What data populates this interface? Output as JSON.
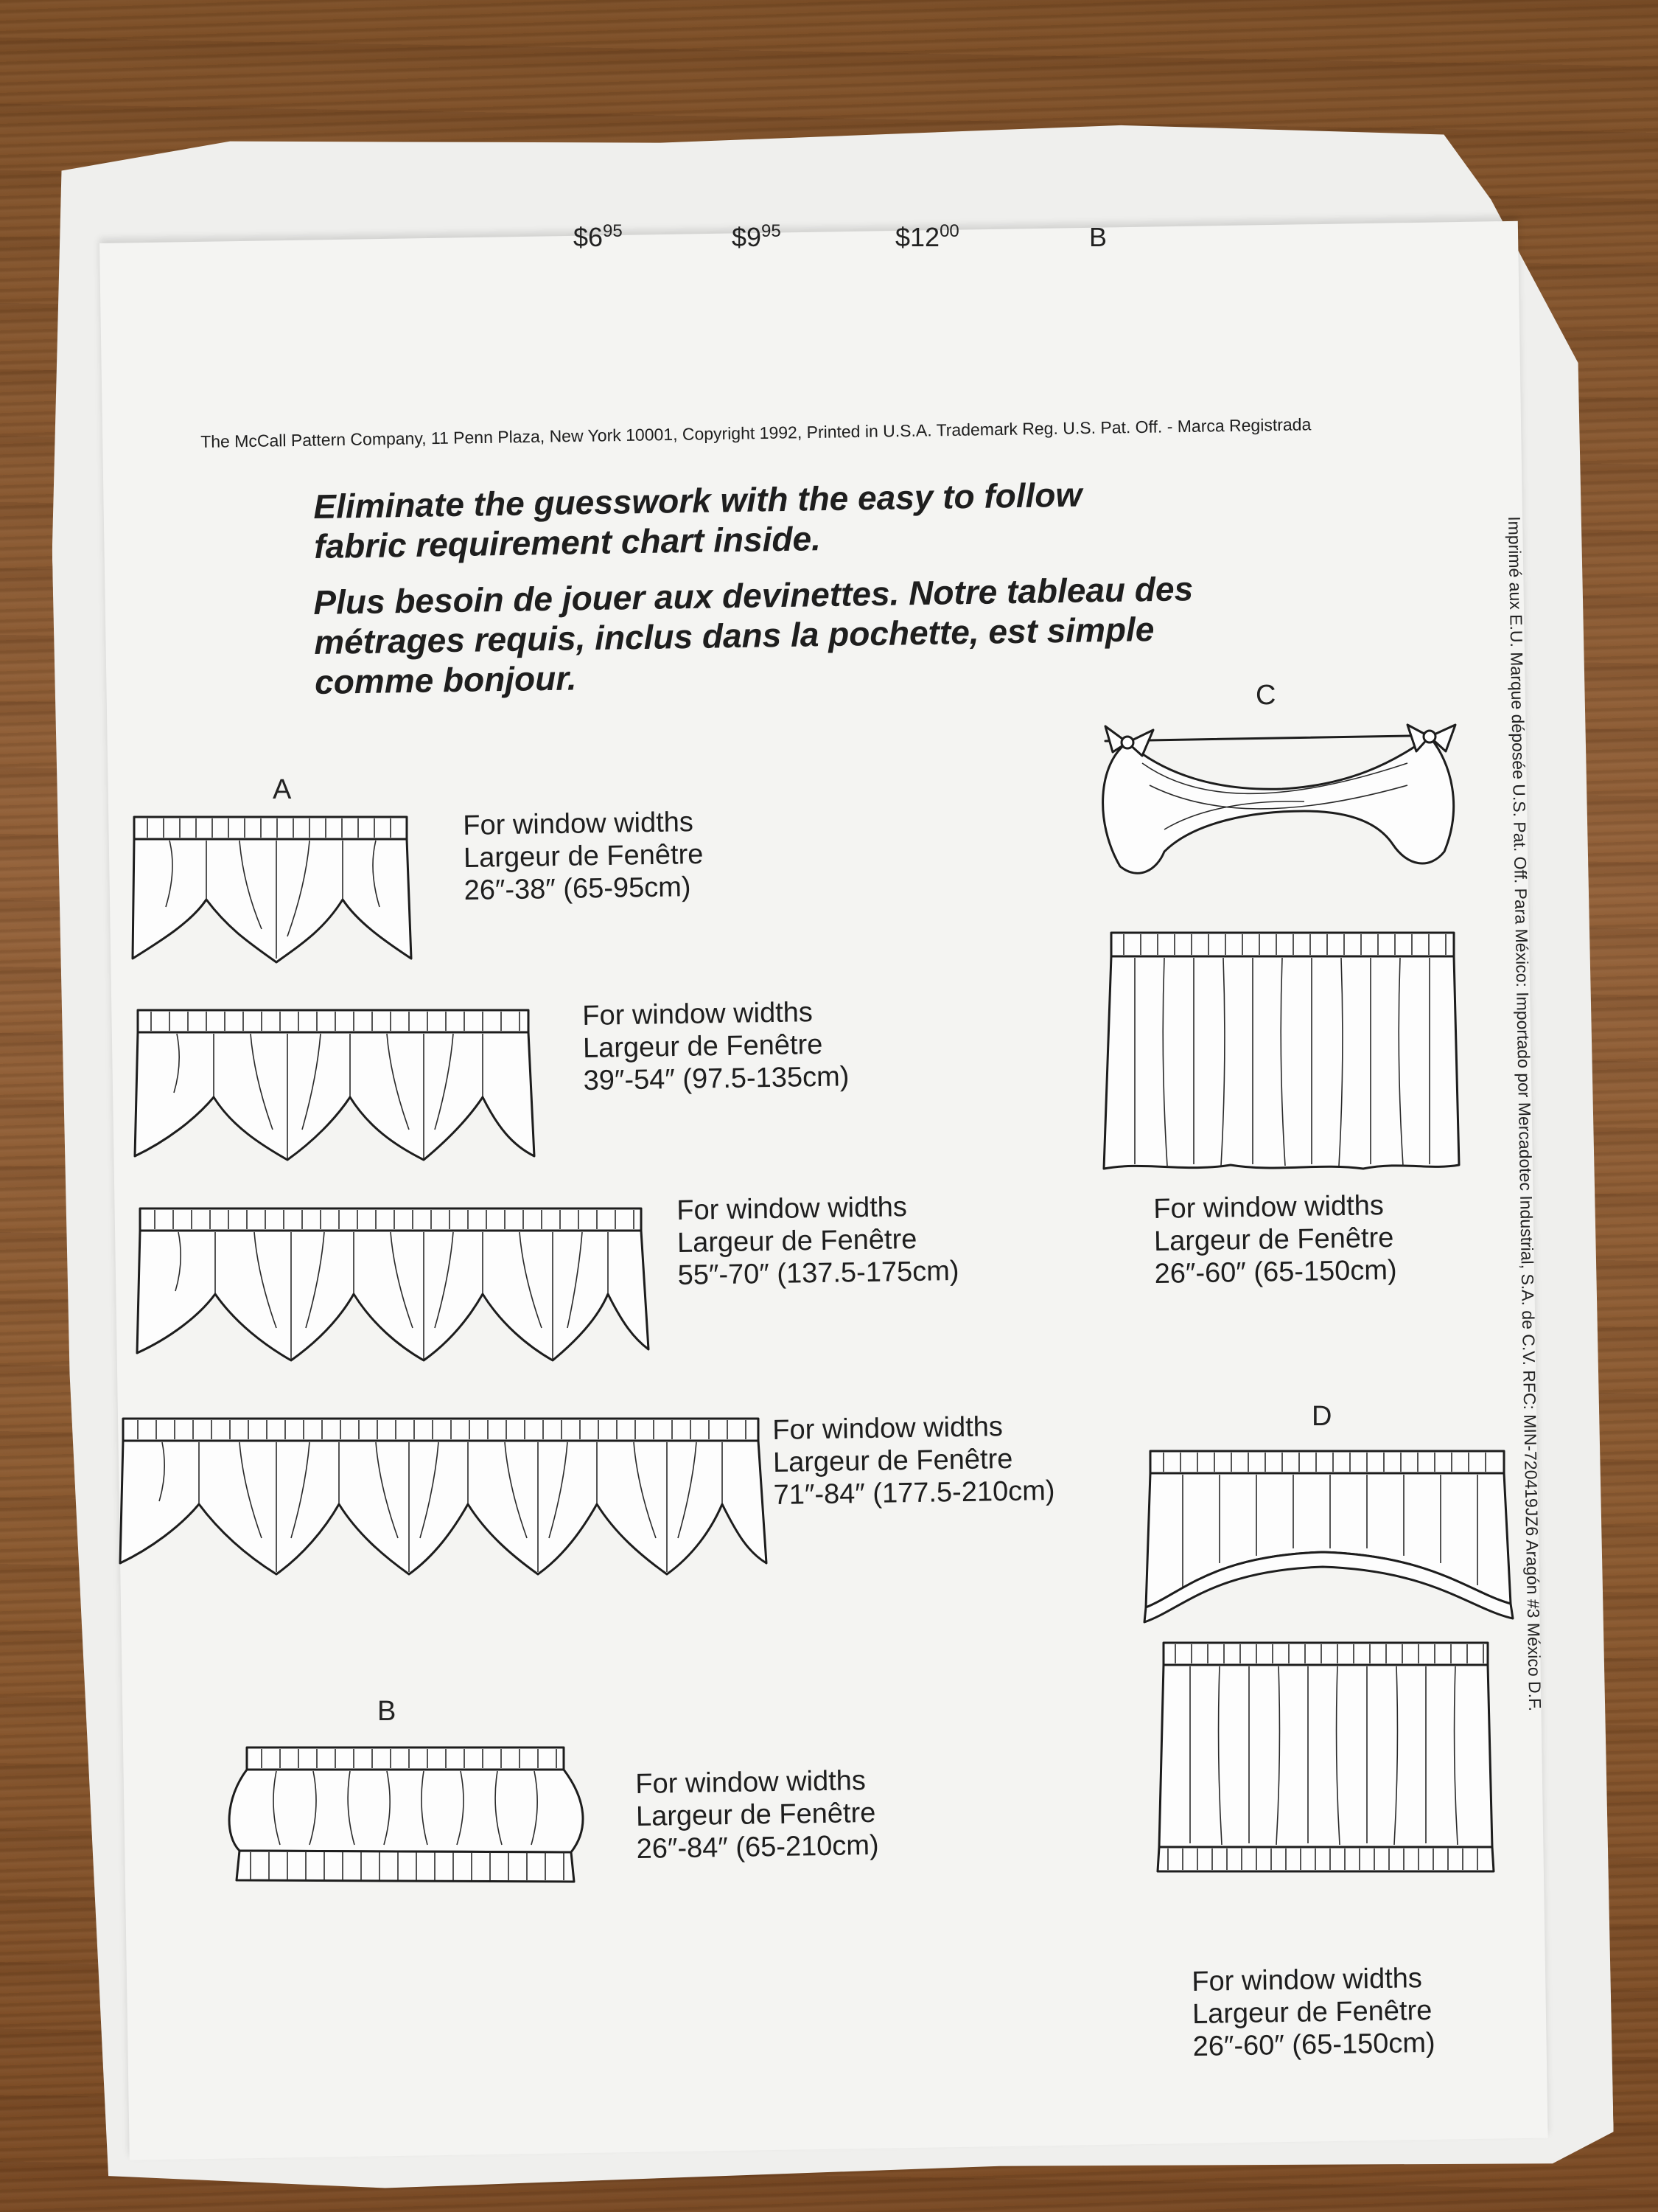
{
  "prices": [
    {
      "dollars": "$6",
      "cents": "95"
    },
    {
      "dollars": "$9",
      "cents": "95"
    },
    {
      "dollars": "$12",
      "cents": "00"
    },
    {
      "dollars": "B",
      "cents": ""
    }
  ],
  "copyright": "The McCall Pattern Company, 11 Penn Plaza, New York 10001, Copyright 1992, Printed in U.S.A. Trademark Reg. U.S. Pat. Off. - Marca Registrada",
  "headline_en": [
    "Eliminate the guesswork with the easy to follow",
    "fabric requirement chart inside."
  ],
  "headline_fr": [
    "Plus besoin de jouer aux devinettes. Notre tableau des",
    "métrages requis, inclus dans la pochette, est simple",
    "comme bonjour."
  ],
  "views": {
    "a": "A",
    "b": "B",
    "c": "C",
    "d": "D"
  },
  "labels": [
    {
      "line1": "For window widths",
      "line2": "Largeur de Fenêtre",
      "line3": "26″-38″ (65-95cm)"
    },
    {
      "line1": "For window widths",
      "line2": "Largeur de Fenêtre",
      "line3": "39″-54″ (97.5-135cm)"
    },
    {
      "line1": "For window widths",
      "line2": "Largeur de Fenêtre",
      "line3": "55″-70″ (137.5-175cm)"
    },
    {
      "line1": "For window widths",
      "line2": "Largeur de Fenêtre",
      "line3": "71″-84″ (177.5-210cm)"
    },
    {
      "line1": "For window widths",
      "line2": "Largeur de Fenêtre",
      "line3": "26″-84″ (65-210cm)"
    },
    {
      "line1": "For window widths",
      "line2": "Largeur de Fenêtre",
      "line3": "26″-60″ (65-150cm)"
    },
    {
      "line1": "For window widths",
      "line2": "Largeur de Fenêtre",
      "line3": "26″-60″ (65-150cm)"
    }
  ],
  "side_text": "Imprimé aux E.U. Marque déposée U.S. Pat. Off.   Para México: Importado por Mercadotec Industrial, S.A. de C.V.   RFC: MIN-720419JZ6   Aragón #3 México D.F."
}
